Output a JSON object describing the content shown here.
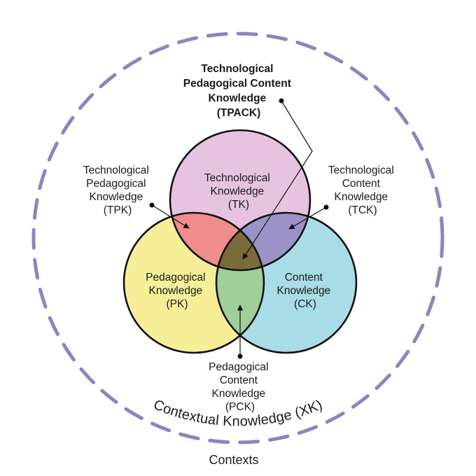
{
  "colors": {
    "context_ring": "#8b85bf",
    "technological_knowledge": "#e6c4e0",
    "pedagogical_knowledge": "#f6ef98",
    "content_knowledge": "#a8dce7",
    "tpk": "#ef8d8e",
    "tck": "#9b92c6",
    "pck": "#9fd09a",
    "tpack": "#7a6c38",
    "outline": "#111111"
  },
  "labels": {
    "tpack": [
      "Technological",
      "Pedagogical Content",
      "Knowledge",
      "(TPACK)"
    ],
    "tk": [
      "Technological",
      "Knowledge",
      "(TK)"
    ],
    "pk": [
      "Pedagogical",
      "Knowledge",
      "(PK)"
    ],
    "ck": [
      "Content",
      "Knowledge",
      "(CK)"
    ],
    "tpk": [
      "Technological",
      "Pedagogical",
      "Knowledge",
      "(TPK)"
    ],
    "tck": [
      "Technological",
      "Content",
      "Knowledge",
      "(TCK)"
    ],
    "pck": [
      "Pedagogical",
      "Content",
      "Knowledge",
      "(PCK)"
    ],
    "contextual": "Contextual Knowledge (XK)",
    "contexts": "Contexts"
  }
}
